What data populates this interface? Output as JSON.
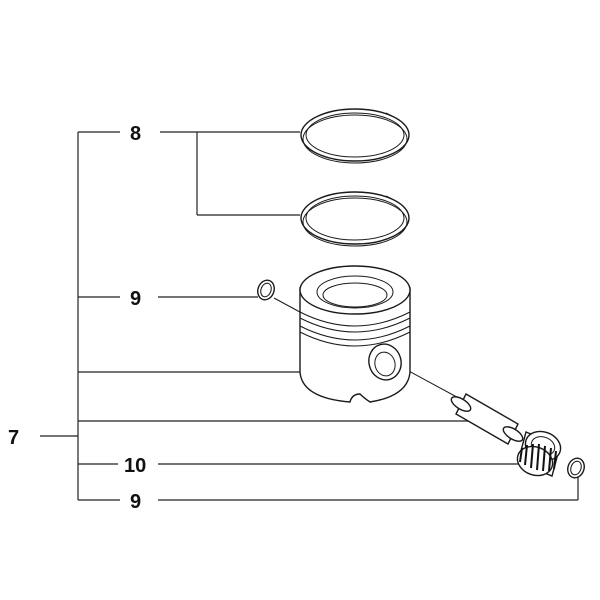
{
  "callouts": {
    "assembly": "7",
    "rings": "8",
    "circlip_top": "9",
    "bearing": "10",
    "circlip_bottom": "9"
  },
  "colors": {
    "line": "#222222",
    "background": "#ffffff"
  }
}
